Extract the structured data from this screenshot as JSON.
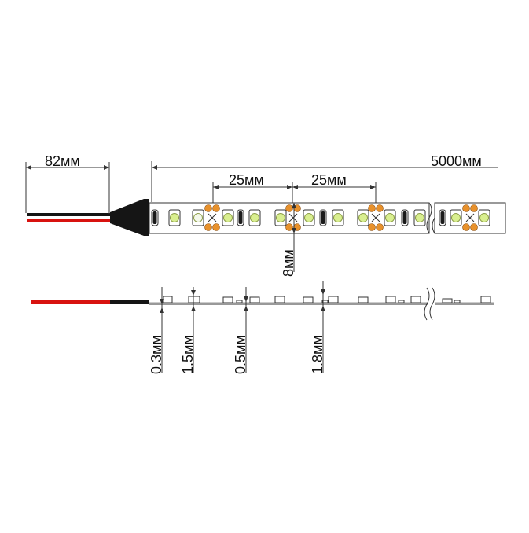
{
  "top_view": {
    "lead_length": "82мм",
    "total_length": "5000мм",
    "segment_left": "25мм",
    "segment_right": "25мм",
    "width": "8мм"
  },
  "side_view": {
    "dim_1": "0.3мм",
    "dim_2": "1.5мм",
    "dim_3": "0.5мм",
    "dim_4": "1.8мм"
  },
  "colors": {
    "wire_red": "#d8120f",
    "wire_black": "#151515",
    "led_white": "#f4f8ea",
    "led_yellow": "#d9ef8f",
    "resistor_black": "#1b1b1b",
    "pad_orange": "#e8912b",
    "line": "#333333"
  }
}
